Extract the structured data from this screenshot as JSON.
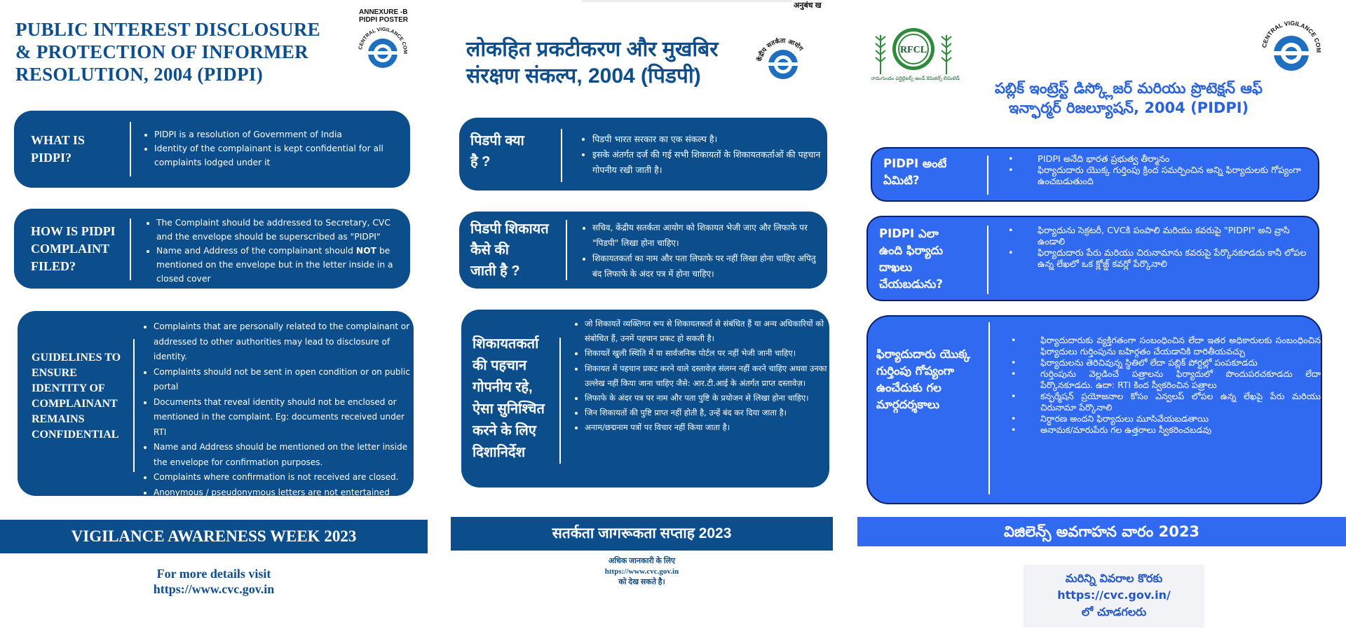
{
  "colors": {
    "navy": "#0c4e8c",
    "telugu_blue": "#2f6af0",
    "emblem_blue": "#1e6fc0",
    "rfcl_green": "#2e8b3c"
  },
  "english": {
    "title_lines": [
      "PUBLIC INTEREST DISCLOSURE",
      "& PROTECTION OF INFORMER",
      "RESOLUTION, 2004 (PIDPI)"
    ],
    "annex_lines": [
      "ANNEXURE -B",
      "PIDPI POSTER"
    ],
    "emblem_text": "CENTRAL VIGILANCE COMMISSION",
    "box1": {
      "heading_lines": [
        "WHAT IS",
        "PIDPI?"
      ],
      "items": [
        "PIDPI is a resolution of Government of India",
        "Identity of the complainant is kept confidential for all complaints lodged under it"
      ]
    },
    "box2": {
      "heading_lines": [
        "HOW IS PIDPI",
        "COMPLAINT",
        "FILED?"
      ],
      "item1": "The Complaint should be addressed to Secretary, CVC and the envelope should be superscribed as \"PIDPI\"",
      "item2_a": "Name and Address of the complainant should ",
      "item2_bold": "NOT",
      "item2_b": " be mentioned on the envelope but in the letter inside in a closed cover"
    },
    "box3": {
      "heading_lines": [
        "GUIDELINES TO",
        "ENSURE",
        "IDENTITY OF",
        "COMPLAINANT",
        "REMAINS",
        "CONFIDENTIAL"
      ],
      "items": [
        "Complaints that are personally related to the complainant or addressed to other authorities may lead to disclosure of identity.",
        "Complaints should not be sent in open condition or on public portal",
        "Documents that reveal identity should not be enclosed or mentioned in the complaint. Eg: documents received under RTI",
        "Name and Address should be mentioned on the letter inside the envelope for confirmation purposes.",
        "Complaints where confirmation is not received are closed.",
        "Anonymous / pseudonymous letters are not entertained"
      ]
    },
    "band": "VIGILANCE AWARENESS WEEK 2023",
    "footer_lines": [
      "For more details visit",
      "https://www.cvc.gov.in"
    ]
  },
  "hindi": {
    "annex": "अनुबंध ख",
    "title_lines": [
      "लोकहित प्रकटीकरण और मुखबिर",
      "संरक्षण संकल्प, 2004 (पिडपी)"
    ],
    "emblem_text": "केंद्रीय सतर्कता आयोग",
    "box1": {
      "heading_lines": [
        "पिडपी क्या",
        "है ?"
      ],
      "items": [
        "पिडपी भारत सरकार का एक संकल्प है।",
        "इसके अंतर्गत दर्ज की गई सभी शिकायतों के शिकायतकर्ताओं की पहचान गोपनीय रखी जाती है।"
      ]
    },
    "box2": {
      "heading_lines": [
        "पिडपी शिकायत",
        "कैसे की",
        "जाती है ?"
      ],
      "items": [
        "सचिव, केंद्रीय सतर्कता आयोग को शिकायत भेजी जाए और लिफाफे पर \"पिडपी\" लिखा होना चाहिए।",
        "शिकायतकर्ता का नाम और पता लिफाफे पर नहीं लिखा होना चाहिए अपितु बंद लिफाफे के अंदर पत्र में होना चाहिए।"
      ]
    },
    "box3": {
      "heading_lines": [
        "शिकायतकर्ता",
        "की पहचान",
        "गोपनीय रहे,",
        "ऐसा सुनिश्चित",
        "करने के लिए",
        "दिशानिर्देश"
      ],
      "items": [
        "जो शिकायतें व्यक्तिगत रूप से शिकायतकर्ता से संबंधित हैं या अन्य अधिकारियों को संबोधित हैं, उनमें पहचान प्रकट हो सकती है।",
        "शिकायतें खुली स्थिति में या सार्वजनिक पोर्टल पर नहीं भेजी जानी चाहिए।",
        "शिकायत में पहचान प्रकट करने वाले दस्तावेज़ संलग्न नहीं करने चाहिए अथवा उनका उल्लेख नहीं किया जाना चाहिए जैसे: आर.टी.आई के अंतर्गत प्राप्त दस्तावेज़।",
        "लिफाफे के अंदर पत्र पर नाम और पता पुष्टि के प्रयोजन से लिखा होना चाहिए।",
        "जिन शिकायतों की पुष्टि प्राप्त नहीं होती है, उन्हें बंद कर दिया जाता है।",
        "अनाम/छद्मनाम पत्रों पर विचार नहीं किया जाता है।"
      ]
    },
    "band": "सतर्कता जागरूकता सप्ताह 2023",
    "footer_lines": [
      "अधिक जानकारी के लिए",
      "https://www.cvc.gov.in",
      "को देख सकते है।"
    ]
  },
  "telugu": {
    "logo_text": "RFCL",
    "logo_subtext": "రామగుండం ఫర్టిలైజర్స్ అండ్ కెమికల్స్ లిమిటెడ్",
    "emblem_text": "CENTRAL VIGILANCE COMMISSION",
    "title_lines": [
      "పబ్లిక్ ఇంట్రెస్ట్ డిస్క్లోజర్ మరియు ప్రొటెక్షన్ ఆఫ్",
      "ఇన్ఫార్మర్ రిజల్యూషన్, 2004 (PIDPI)"
    ],
    "box1": {
      "heading_lines": [
        "PIDPI అంటే",
        "ఏమిటి?"
      ],
      "items": [
        "PIDPI అనేది భారత ప్రభుత్వ తీర్మానం",
        "ఫిర్యాదుదారు యొక్క గుర్తింపు క్రింద సమర్పించిన అన్ని ఫిర్యాదులకు గోప్యంగా ఉంచబడుతుంది"
      ]
    },
    "box2": {
      "heading_lines": [
        "PIDPI ఎలా",
        "ఉంది ఫిర్యాదు",
        "దాఖలు",
        "చేయబడును?"
      ],
      "items": [
        "ఫిర్యాదును సెక్రటరీ, CVCకి పంపాలి మరియు కవరుపై \"PIDPI\" అని వ్రాసి ఉండాలి",
        "ఫిర్యాదుదారు పేరు మరియు చిరునామాను కవరుపై పేర్కొనకూడదు కానీ లోపల ఉన్న లేఖలో ఒక క్లోజ్డ్ కవర్లో పేర్కొనాలి"
      ]
    },
    "box3": {
      "heading_lines": [
        "ఫిర్యాదుదారు యొక్క",
        "గుర్తింపు గోప్యంగా",
        "ఉంచేదుకు గల",
        "మార్గదర్శకాలు"
      ],
      "items": [
        "ఫిర్యాదుదారుకు వ్యక్తిగతంగా సంబంధించిన లేదా ఇతర అధికారులకు సంబంధించిన ఫిర్యాదులు గుర్తింపును బహిర్గతం చేయడానికి దారితీయవచ్చు",
        "ఫిర్యాదులను తెరిచివున్న స్థితిలో లేదా పబ్లిక్ పోర్టల్లో పంపకూడదు",
        "గుర్తింపును వెల్లడించే పత్రాలను ఫిర్యాదులో పొందుపరచకూడదు లేదా పేర్కొనకూడదు. ఉదా: RTI కింద స్వీకరించిన పత్రాలు",
        "కన్ఫర్మేషన్ ప్రయోజనాల కోసం ఎన్వలప్ లోపల ఉన్న లేఖపై పేరు మరియు చిరునామా పేర్కొనాలి",
        "నిర్ధారణ అందని ఫిర్యాదులు మూసివేయబడతాయి",
        "అనామక/మారుపేరు గల ఉత్తరాలు స్వీకరించబడవు"
      ]
    },
    "band": "విజిలెన్స్ అవగాహన వారం 2023",
    "footer_lines": [
      "మరిన్ని వివరాల కొరకు",
      "https://cvc.gov.in/",
      "లో చూడగలరు"
    ]
  }
}
